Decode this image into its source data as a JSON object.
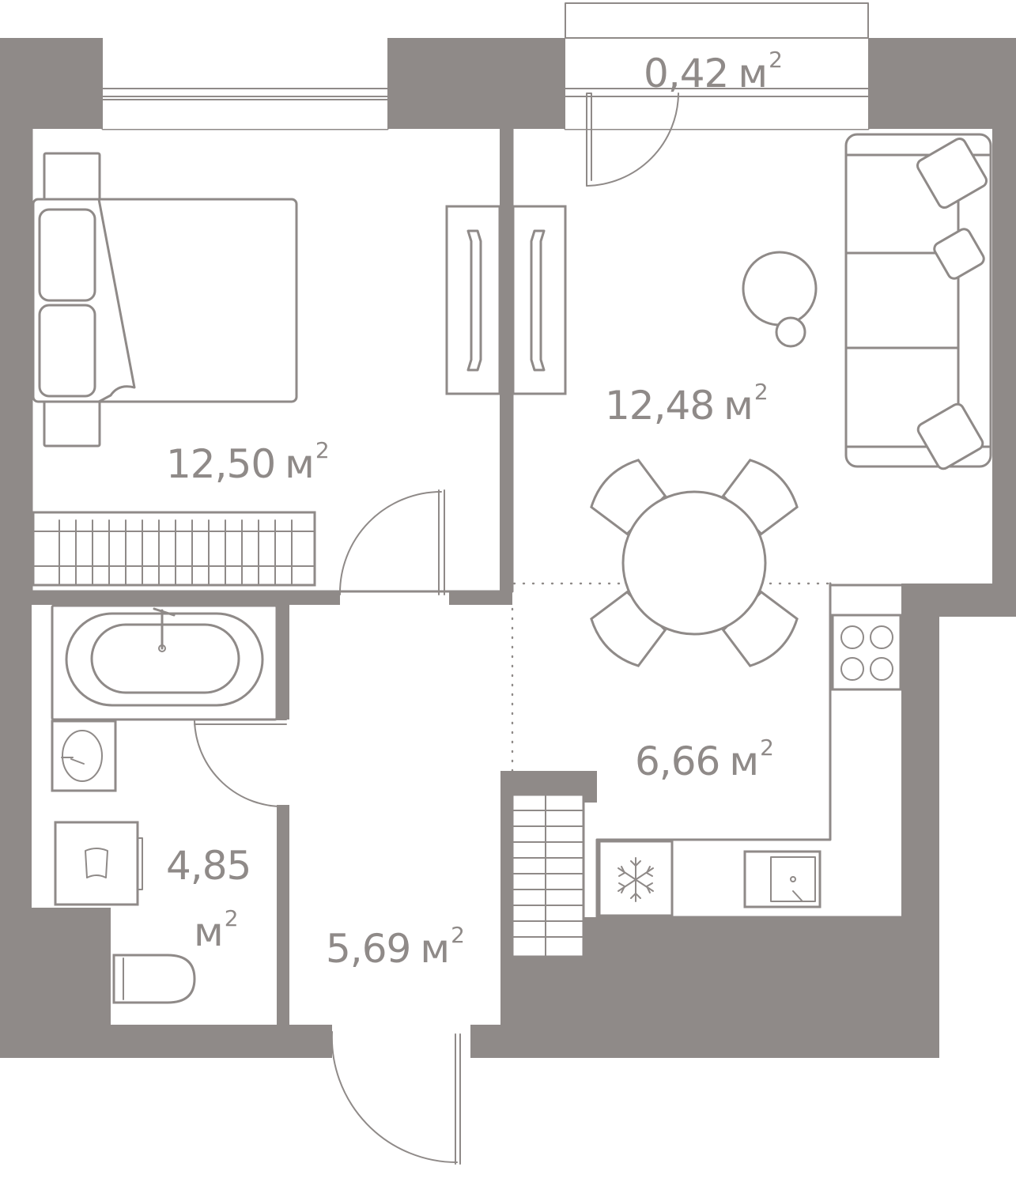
{
  "colors": {
    "wall": "#8f8a88",
    "line": "#8f8a88",
    "text": "#8f8a88",
    "background": "#ffffff"
  },
  "rooms": {
    "bedroom": {
      "area": "12,50",
      "unit": "м",
      "exp": "2"
    },
    "living": {
      "area": "12,48",
      "unit": "м",
      "exp": "2"
    },
    "balcony": {
      "area": "0,42",
      "unit": "м",
      "exp": "2"
    },
    "kitchen": {
      "area": "6,66",
      "unit": "м",
      "exp": "2"
    },
    "bathroom": {
      "area": "4,85",
      "unit": "м",
      "exp": "2"
    },
    "hallway": {
      "area": "5,69",
      "unit": "м",
      "exp": "2"
    }
  },
  "icons": [
    "bed-icon",
    "wardrobe-icon",
    "sofa-icon",
    "dining-table-icon",
    "stove-icon",
    "fridge-icon",
    "sink-icon",
    "bathtub-icon",
    "washbasin-icon",
    "washing-machine-icon",
    "toilet-icon",
    "door-icon",
    "window-icon",
    "radiator-icon",
    "shelf-icon"
  ]
}
